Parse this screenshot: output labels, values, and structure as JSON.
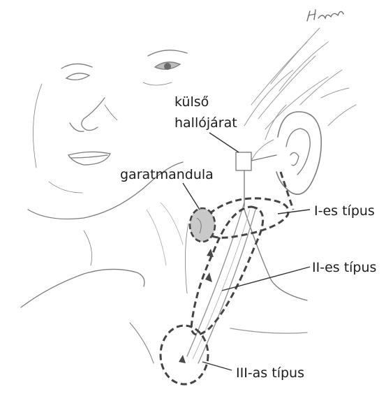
{
  "labels": {
    "external_ear_canal_line1": "külső",
    "external_ear_canal_line2": "hallójárat",
    "adenoid": "garatmandula",
    "type_1": "I-es típus",
    "type_2": "II-es típus",
    "type_3": "III-as típus"
  },
  "signature": "Hamel",
  "colors": {
    "sketch": "#7a7a7a",
    "dashed_outline": "#444444",
    "text": "#1c1c1c"
  }
}
